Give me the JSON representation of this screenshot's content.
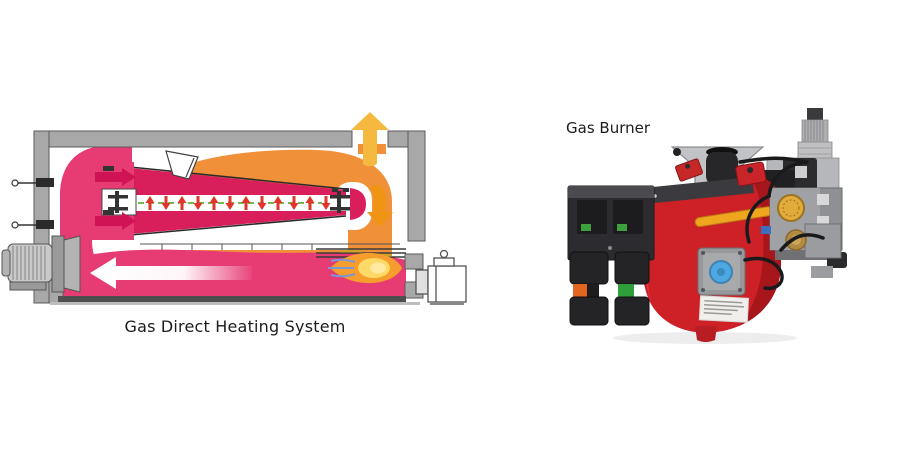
{
  "page": {
    "background": "#ffffff"
  },
  "left_figure": {
    "caption": "Gas Direct Heating System",
    "type": "technical cutaway diagram of a direct-fired gas duct heater",
    "colors": {
      "frame_gray": "#a8a8a8",
      "frame_outline": "#5a5a5a",
      "floor_dark": "#4f4f4f",
      "fresh_air_pink": "#e73b74",
      "deep_pink": "#cf1355",
      "flow_orange": "#f0913a",
      "exhaust_amber": "#f6b93f",
      "down_arrow_amber": "#ef9414",
      "wedge_crimson": "#d81e5b",
      "centerline_green": "#74b94e",
      "small_arrow_red": "#e2342c",
      "flame_core_yellow": "#ffd966",
      "flame_orange": "#f59d2d",
      "flame_blue": "#7b97d6",
      "outline_dark": "#333333"
    }
  },
  "right_figure": {
    "caption": "Gas Burner",
    "type": "product photo of a red gas burner with gas valve train",
    "colors": {
      "body_red": "#cd2127",
      "body_red_dark": "#a2151b",
      "panel_graphite": "#3a3a3f",
      "box_black": "#2c2c30",
      "slot_black": "#1c1c1f",
      "indicator_green": "#3da23d",
      "connector_orange": "#e2661f",
      "connector_green": "#2f9e3a",
      "metal_light": "#c2c3c6",
      "metal_mid": "#9b9c9f",
      "metal_dark": "#6d6e72",
      "handle_yellow": "#f0a51e",
      "dial_blue": "#4da7e0",
      "dial_gold": "#e3aa3c",
      "brass_color": "#b28a42",
      "cable_black": "#1a1a1c",
      "label_white": "#f0efec"
    }
  }
}
